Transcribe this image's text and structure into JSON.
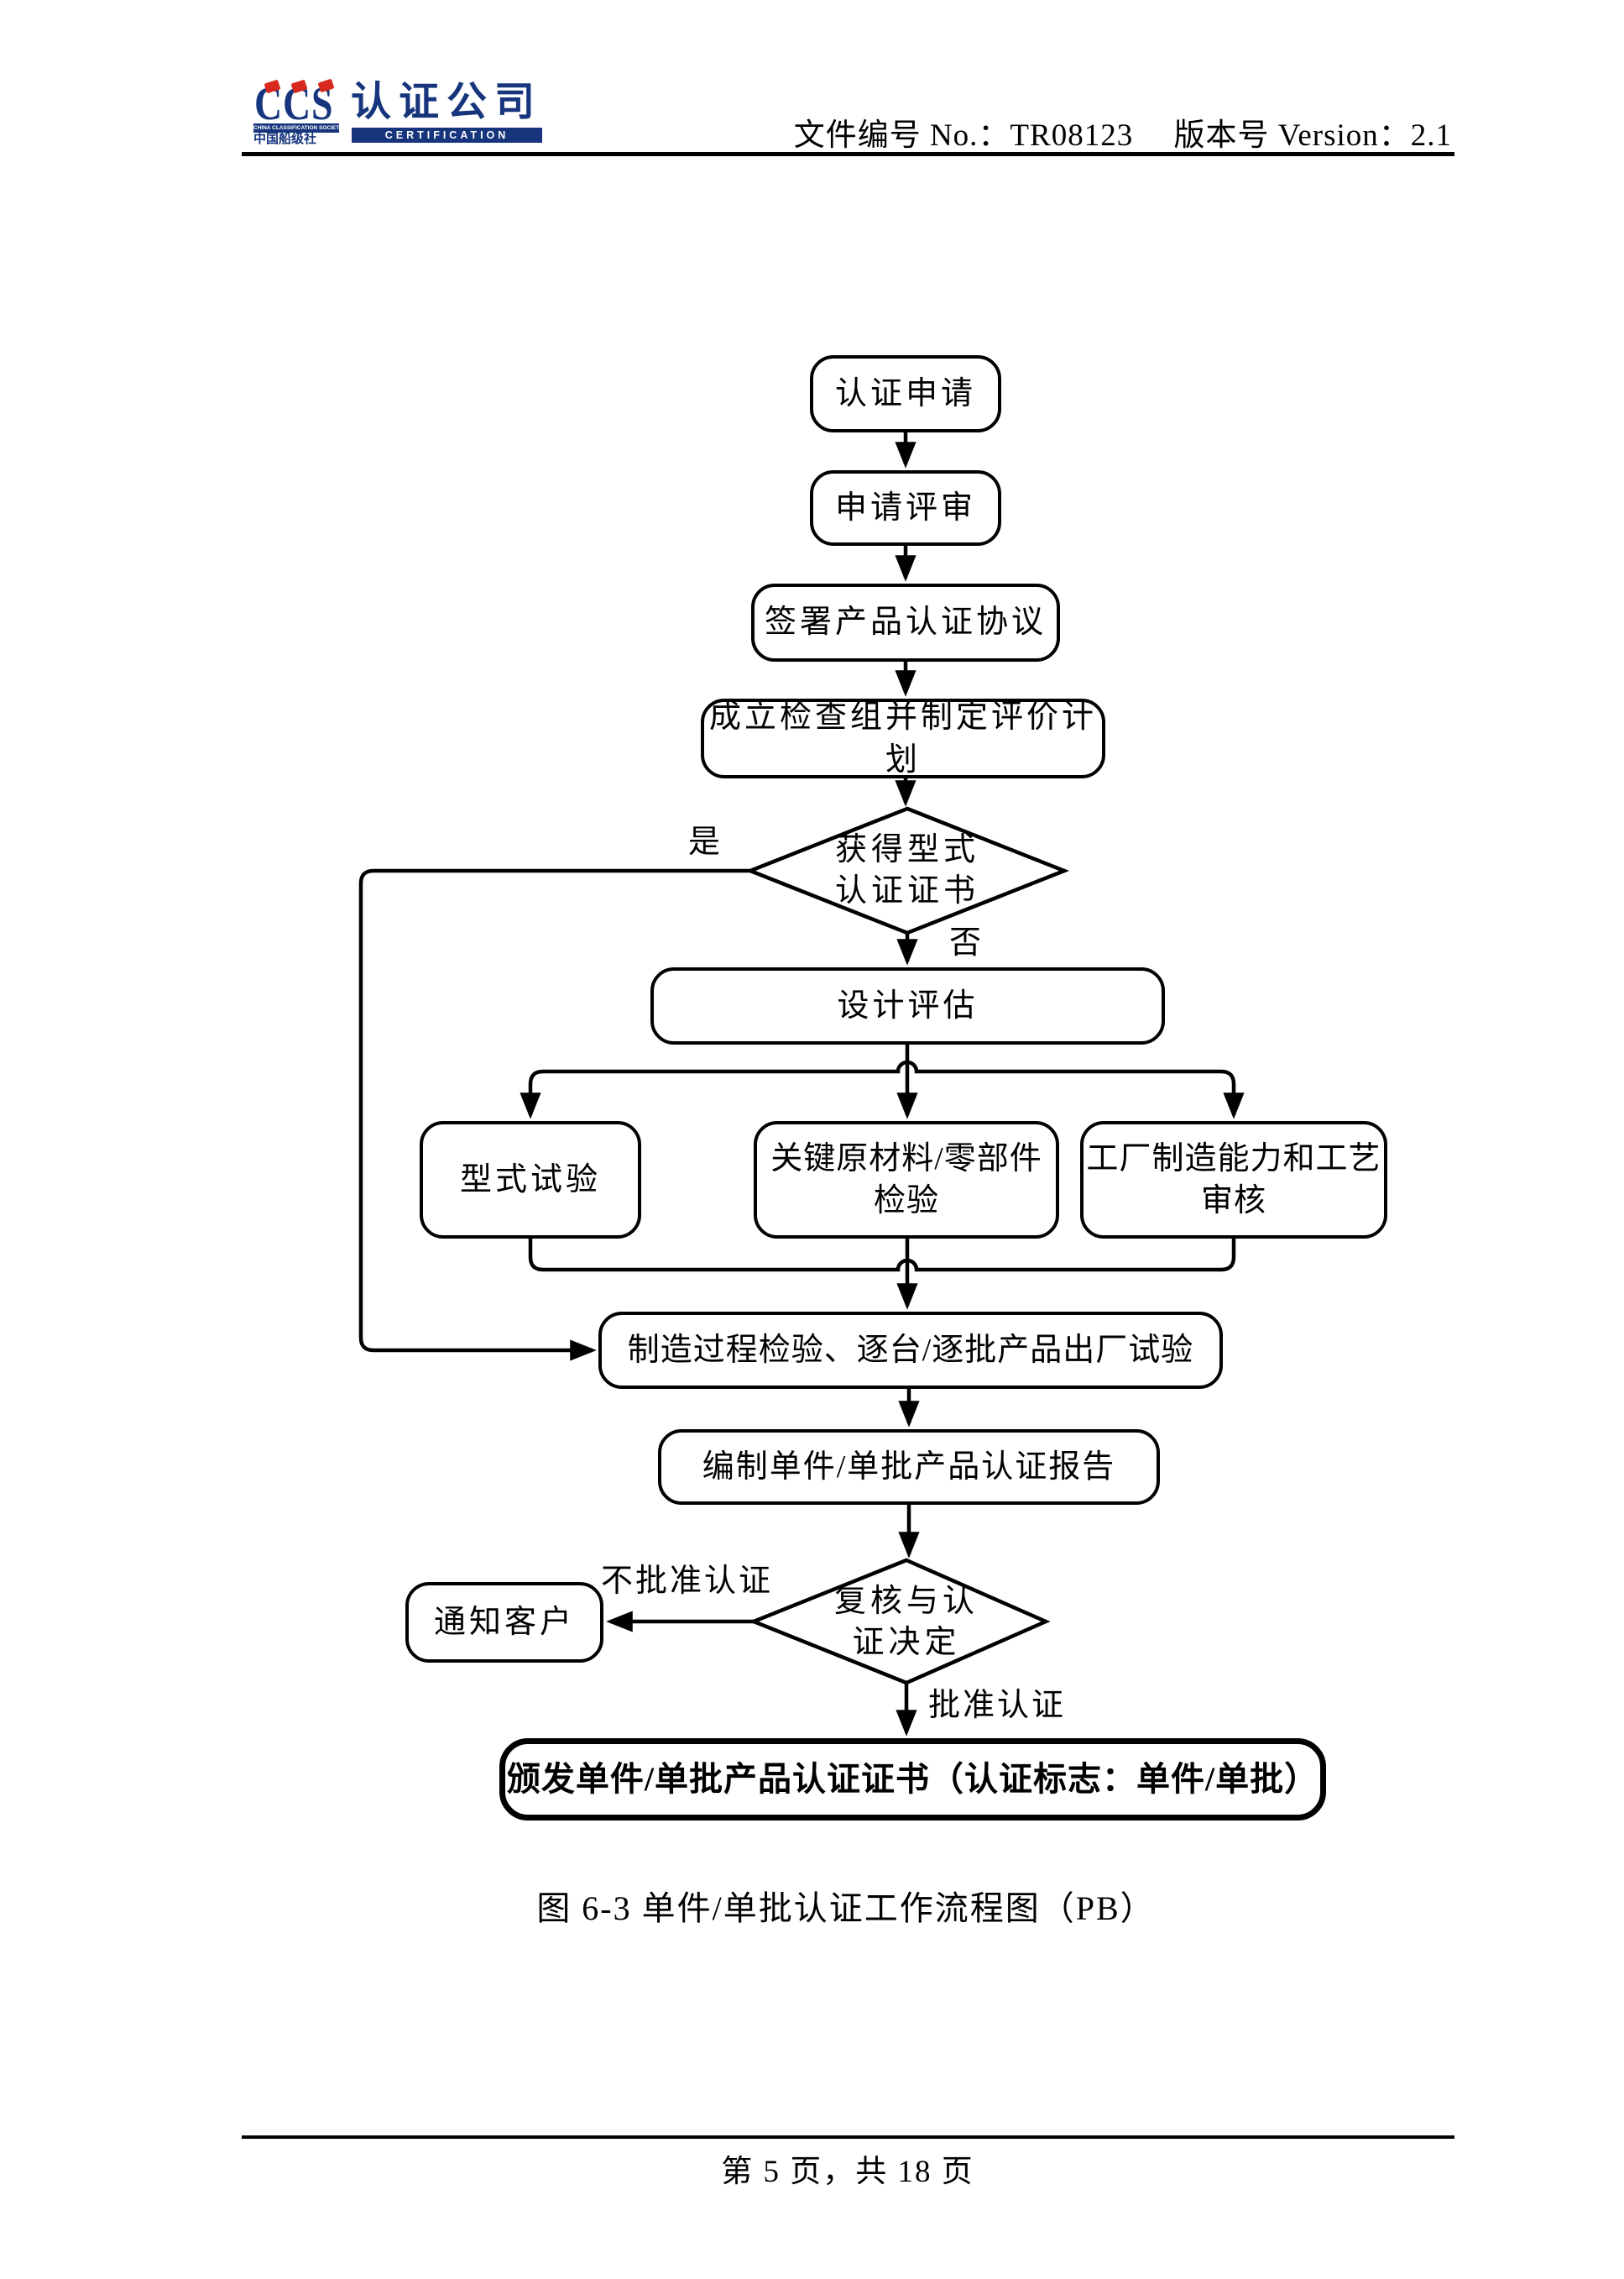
{
  "header": {
    "logo": {
      "ccs": "CCS",
      "company_cn": "认证公司",
      "society_en": "CHINA CLASSIFICATION SOCIETY",
      "society_cn": "中国船级社",
      "certification_en": "CERTIFICATION",
      "blue": "#16357d",
      "red": "#d8281e"
    },
    "doc_no": "文件编号 No.：TR08123",
    "version": "版本号 Version：2.1"
  },
  "flowchart": {
    "nodes": {
      "apply": "认证申请",
      "review": "申请评审",
      "sign": "签署产品认证协议",
      "team": "成立检查组并制定评价计划",
      "design": "设计评估",
      "type_test": "型式试验",
      "material_line1": "关键原材料/零部件",
      "material_line2": "检验",
      "factory_line1": "工厂制造能力和工艺",
      "factory_line2": "审核",
      "process": "制造过程检验、逐台/逐批产品出厂试验",
      "report": "编制单件/单批产品认证报告",
      "notify": "通知客户",
      "issue": "颁发单件/单批产品认证证书（认证标志：单件/单批）"
    },
    "decisions": {
      "type_cert_line1": "获得型式",
      "type_cert_line2": "认证证书",
      "decision_line1": "复核与认",
      "decision_line2": "证决定"
    },
    "labels": {
      "yes": "是",
      "no": "否",
      "not_approve": "不批准认证",
      "approve": "批准认证"
    }
  },
  "caption": "图 6-3 单件/单批认证工作流程图（PB）",
  "footer": {
    "page_info": "第 5 页，共 18 页"
  }
}
